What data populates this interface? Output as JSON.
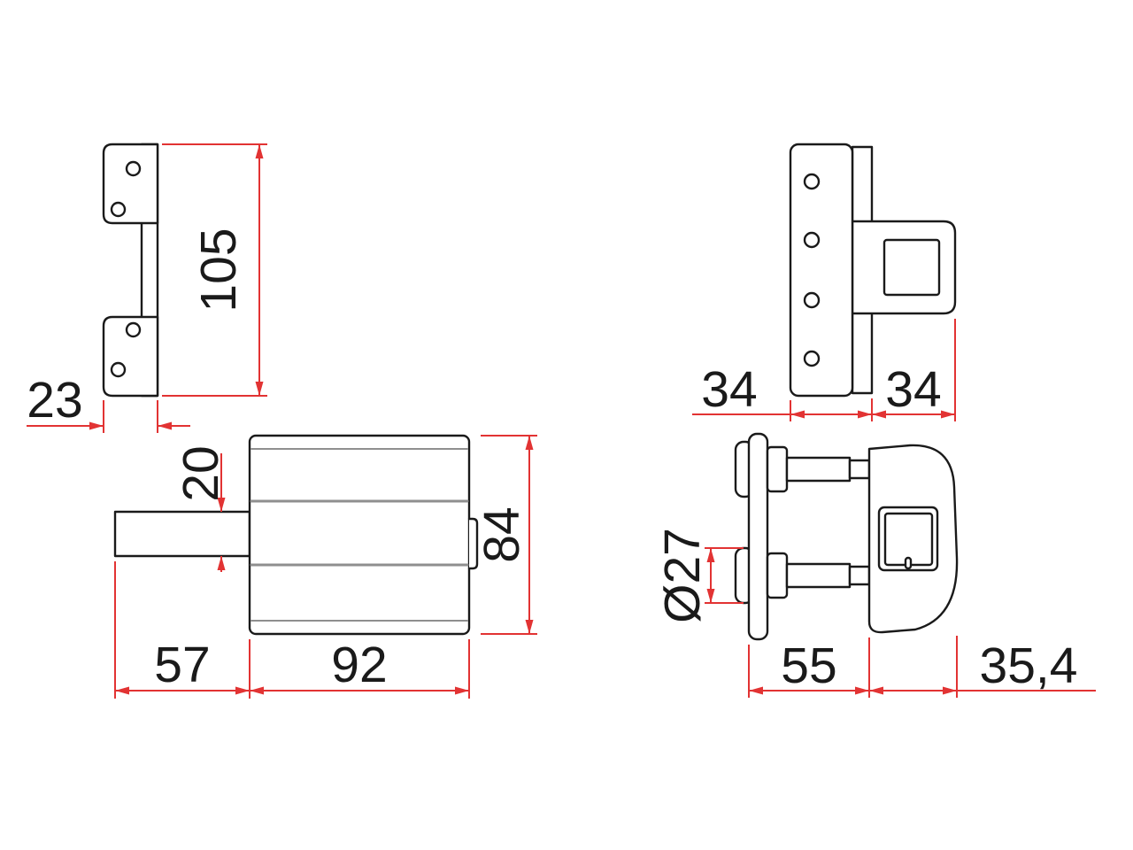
{
  "colors": {
    "outline": "#1a1a1a",
    "detail": "#8f8f8f",
    "dimension": "#e23333",
    "background": "#ffffff"
  },
  "dimensions": {
    "bracket_height": "105",
    "flange_width": "23",
    "shaft_height": "20",
    "shaft_length": "57",
    "body_length": "92",
    "body_height": "84",
    "plate_width": "34",
    "hasp_width": "34",
    "pin_head_diameter": "Ø27",
    "assembly_width": "55",
    "body_depth": "35,4"
  }
}
